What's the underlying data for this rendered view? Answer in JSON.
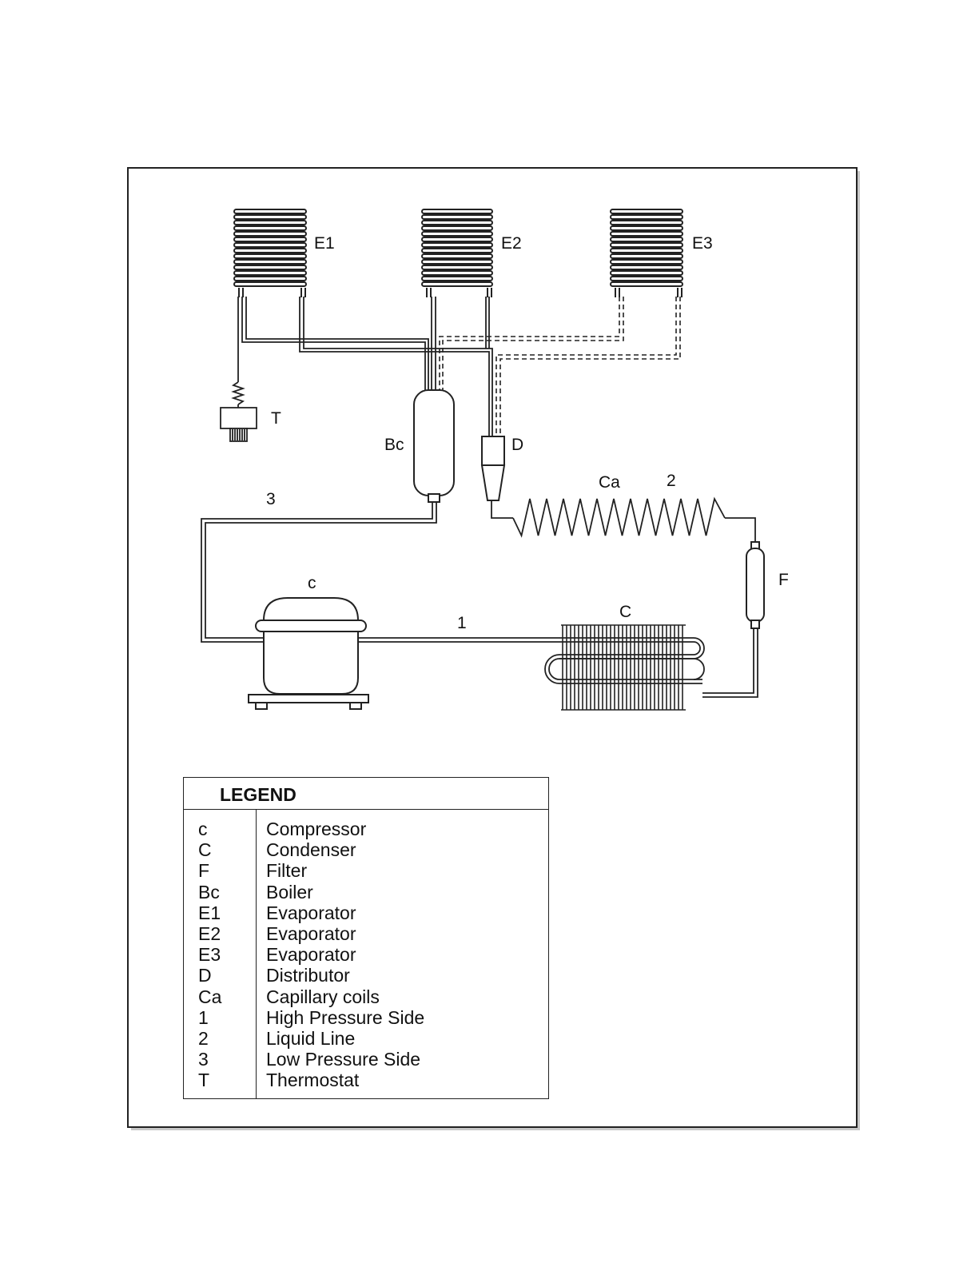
{
  "labels": {
    "e1": "E1",
    "e2": "E2",
    "e3": "E3",
    "t": "T",
    "bc": "Bc",
    "d": "D",
    "ca": "Ca",
    "two": "2",
    "three": "3",
    "c_small": "c",
    "one": "1",
    "c_big": "C",
    "f": "F"
  },
  "legend": {
    "title": "LEGEND",
    "rows": [
      {
        "key": "c",
        "value": "Compressor"
      },
      {
        "key": "C",
        "value": "Condenser"
      },
      {
        "key": "F",
        "value": "Filter"
      },
      {
        "key": "Bc",
        "value": "Boiler"
      },
      {
        "key": "E1",
        "value": "Evaporator"
      },
      {
        "key": "E2",
        "value": "Evaporator"
      },
      {
        "key": "E3",
        "value": "Evaporator"
      },
      {
        "key": "D",
        "value": "Distributor"
      },
      {
        "key": "Ca",
        "value": "Capillary coils"
      },
      {
        "key": "1",
        "value": "High Pressure Side"
      },
      {
        "key": "2",
        "value": "Liquid Line"
      },
      {
        "key": "3",
        "value": "Low Pressure Side"
      },
      {
        "key": "T",
        "value": "Thermostat"
      }
    ]
  }
}
